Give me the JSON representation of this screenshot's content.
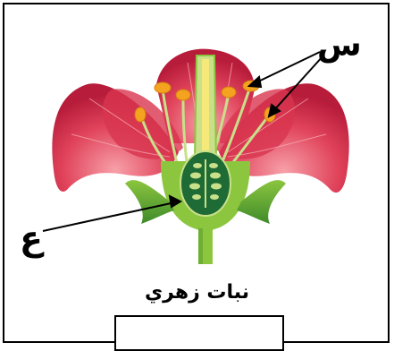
{
  "diagram": {
    "label_s": "س",
    "label_a": "ع",
    "caption": "نبات زهري",
    "answer_value": ""
  },
  "colors": {
    "petal": "#e0425a",
    "petal_dark": "#c42845",
    "stem": "#8cc63f",
    "ovary": "#1f6b35",
    "anther": "#f4a320"
  }
}
